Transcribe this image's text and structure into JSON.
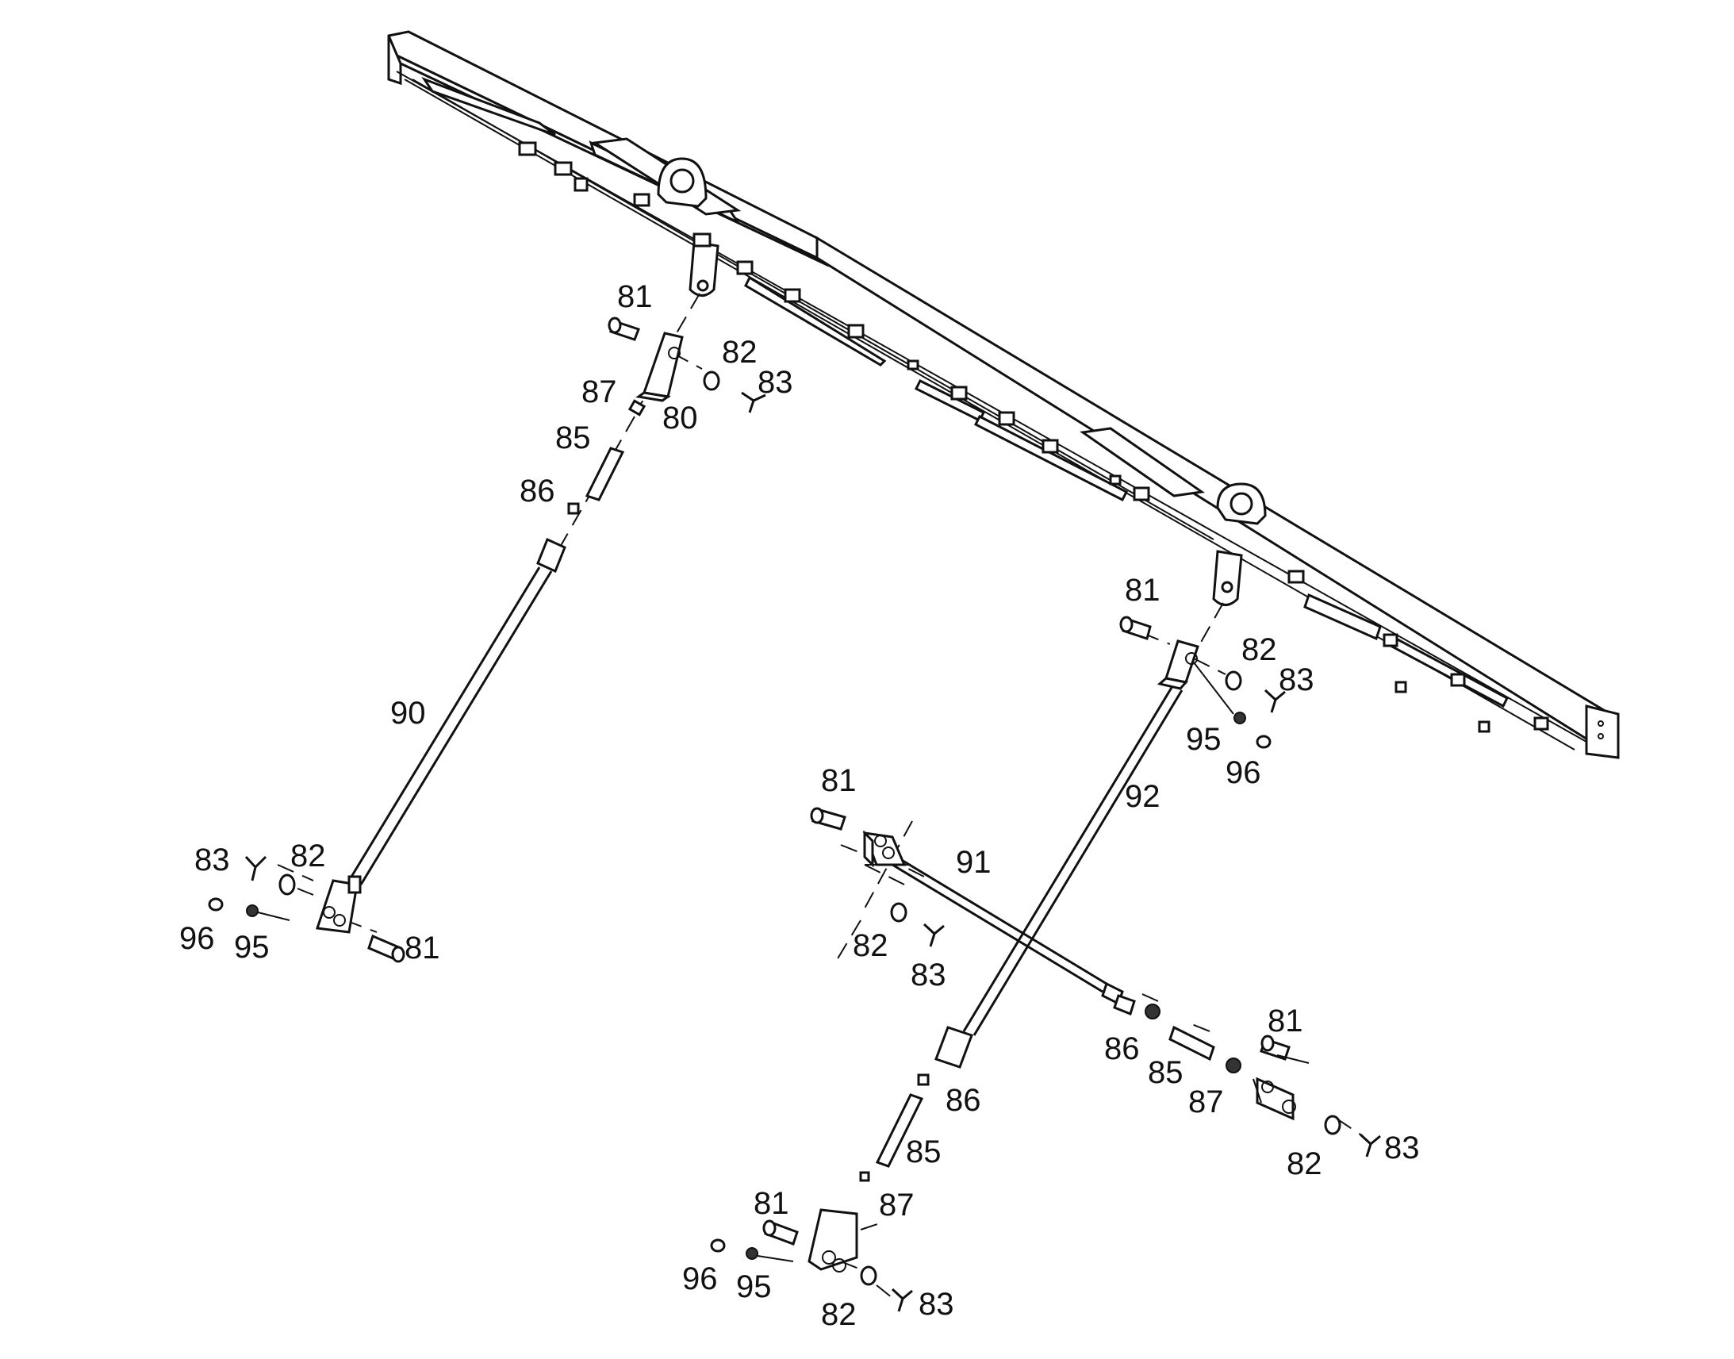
{
  "labels": [
    {
      "id": "c1",
      "text": "81"
    },
    {
      "id": "c2",
      "text": "82"
    },
    {
      "id": "c3",
      "text": "83"
    },
    {
      "id": "c4",
      "text": "87"
    },
    {
      "id": "c5",
      "text": "80"
    },
    {
      "id": "c6",
      "text": "85"
    },
    {
      "id": "c7",
      "text": "86"
    },
    {
      "id": "c8",
      "text": "90"
    },
    {
      "id": "c9",
      "text": "83"
    },
    {
      "id": "c10",
      "text": "82"
    },
    {
      "id": "c11",
      "text": "96"
    },
    {
      "id": "c12",
      "text": "95"
    },
    {
      "id": "c13",
      "text": "81"
    },
    {
      "id": "c14",
      "text": "81"
    },
    {
      "id": "c15",
      "text": "82"
    },
    {
      "id": "c16",
      "text": "83"
    },
    {
      "id": "c17",
      "text": "95"
    },
    {
      "id": "c18",
      "text": "96"
    },
    {
      "id": "c19",
      "text": "92"
    },
    {
      "id": "c20",
      "text": "81"
    },
    {
      "id": "c21",
      "text": "91"
    },
    {
      "id": "c22",
      "text": "82"
    },
    {
      "id": "c23",
      "text": "83"
    },
    {
      "id": "c24",
      "text": "86"
    },
    {
      "id": "c25",
      "text": "85"
    },
    {
      "id": "c26",
      "text": "87"
    },
    {
      "id": "c27",
      "text": "81"
    },
    {
      "id": "c28",
      "text": "82"
    },
    {
      "id": "c29",
      "text": "83"
    },
    {
      "id": "c30",
      "text": "86"
    },
    {
      "id": "c31",
      "text": "85"
    },
    {
      "id": "c32",
      "text": "87"
    },
    {
      "id": "c33",
      "text": "81"
    },
    {
      "id": "c34",
      "text": "96"
    },
    {
      "id": "c35",
      "text": "95"
    },
    {
      "id": "c36",
      "text": "82"
    },
    {
      "id": "c37",
      "text": "83"
    }
  ]
}
